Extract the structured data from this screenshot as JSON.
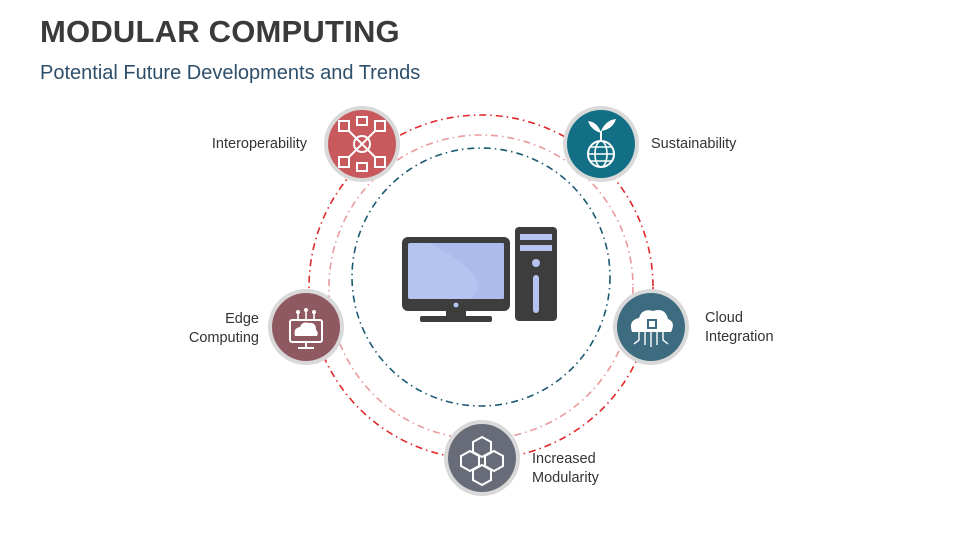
{
  "title": "MODULAR COMPUTING",
  "subtitle": "Potential Future Developments and Trends",
  "nodes": [
    {
      "id": "interoperability",
      "lines": [
        "Interoperability"
      ],
      "color": "#c85a5e",
      "icon": "network-cubes-icon"
    },
    {
      "id": "sustainability",
      "lines": [
        "Sustainability"
      ],
      "color": "#126f86",
      "icon": "globe-plant-icon"
    },
    {
      "id": "edge-computing",
      "lines": [
        "Edge",
        "Computing"
      ],
      "color": "#8f5962",
      "icon": "cloud-monitor-icon"
    },
    {
      "id": "cloud-integration",
      "lines": [
        "Cloud",
        "Integration"
      ],
      "color": "#3d6b80",
      "icon": "cloud-circuit-icon"
    },
    {
      "id": "increased-modularity",
      "lines": [
        "Increased",
        "Modularity"
      ],
      "color": "#686c78",
      "icon": "hexagon-modules-icon"
    }
  ],
  "center": {
    "icon": "desktop-computer-icon"
  },
  "colors": {
    "ring_outer": "#e0282a",
    "ring_middle": "#e89a9c",
    "ring_inner": "#1a5a72",
    "computer": "#3d3d3d",
    "screen": "#b5c3f0"
  }
}
